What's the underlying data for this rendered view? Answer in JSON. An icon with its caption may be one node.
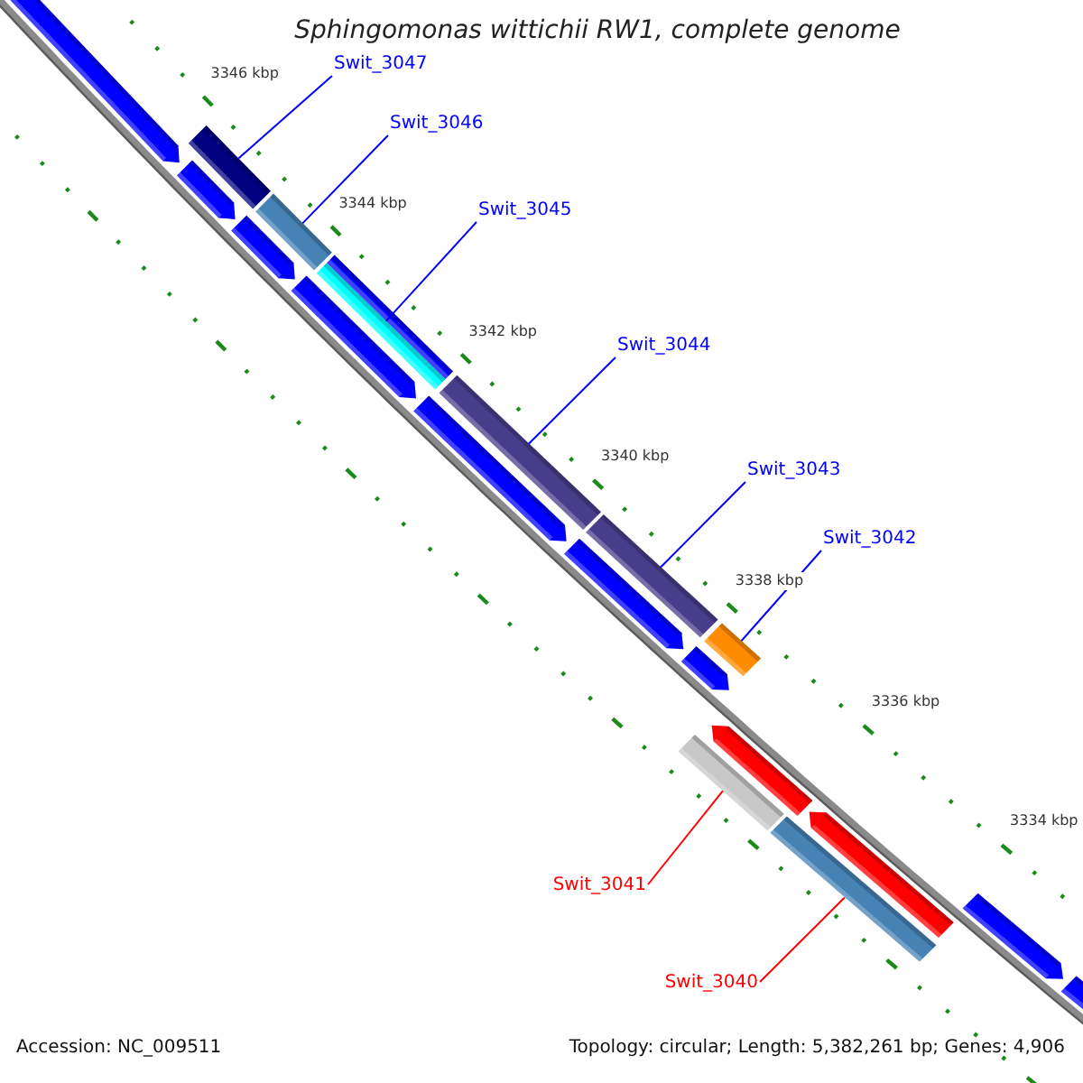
{
  "diagram": {
    "title": "Sphingomonas wittichii RW1, complete genome",
    "nodes": [
      {
        "text": [],
        "shape": "bar"
      },
      {
        "text": [],
        "shape": "bar"
      },
      {
        "text": [],
        "shape": "bar"
      },
      {
        "text": [],
        "shape": "bar"
      },
      {
        "text": [],
        "shape": "bar"
      },
      {
        "text": [],
        "shape": "bar"
      },
      {
        "text": [],
        "shape": "bar"
      },
      {
        "text": [],
        "shape": "bar"
      },
      {
        "text": [],
        "shape": "bar"
      },
      {
        "text": [],
        "shape": "bar"
      },
      {
        "text": [],
        "shape": "bar"
      },
      {
        "text": [],
        "shape": "bar"
      },
      {
        "text": [],
        "shape": "bar"
      },
      {
        "text": [],
        "shape": "bar"
      },
      {
        "text": [],
        "shape": "bar"
      },
      {
        "text": [],
        "shape": "bar"
      },
      {
        "text": [],
        "shape": "bar"
      },
      {
        "text": [],
        "shape": "bar"
      },
      {
        "text": [],
        "shape": "bar"
      },
      {
        "text": [],
        "shape": "bar"
      },
      {
        "text": [
          "Swit_3047"
        ]
      },
      {
        "text": [
          "Swit_3046"
        ]
      },
      {
        "text": [
          "Swit_3045"
        ]
      },
      {
        "text": [
          "Swit_3044"
        ]
      },
      {
        "text": [
          "Swit_3043"
        ]
      },
      {
        "text": [
          "Swit_3042"
        ]
      },
      {
        "text": [
          "Swit_3041"
        ]
      },
      {
        "text": [
          "Swit_3040"
        ]
      }
    ],
    "edges": [
      {
        "from": 20,
        "to": 9,
        "arrow": "none"
      },
      {
        "from": 21,
        "to": 10,
        "arrow": "none"
      },
      {
        "from": 22,
        "to": 11,
        "arrow": "none"
      },
      {
        "from": 23,
        "to": 13,
        "arrow": "none"
      },
      {
        "from": 24,
        "to": 14,
        "arrow": "none"
      },
      {
        "from": 25,
        "to": 15,
        "arrow": "none"
      },
      {
        "from": 26,
        "to": 18,
        "arrow": "none",
        "color": "#ff0000"
      },
      {
        "from": 27,
        "to": 19,
        "arrow": "none",
        "color": "#ff0000"
      }
    ],
    "labels": [
      "3346 kbp",
      "3344 kbp",
      "3342 kbp",
      "3340 kbp",
      "3338 kbp",
      "3336 kbp",
      "3334 kbp",
      "Accession: NC_009511",
      "Topology: circular; Length: 5,382,261 bp; Genes: 4,906"
    ]
  }
}
